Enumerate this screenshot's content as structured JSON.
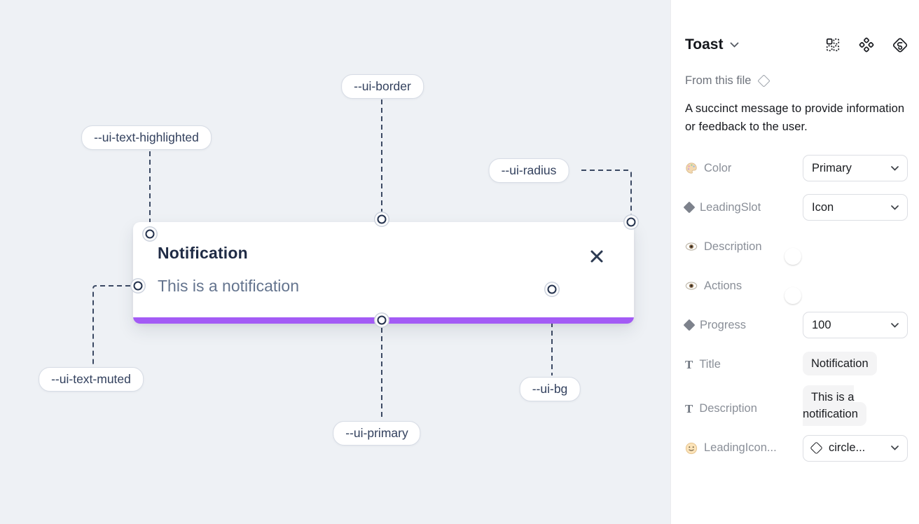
{
  "canvas": {
    "toast": {
      "title": "Notification",
      "description": "This is a notification"
    },
    "annotations": [
      {
        "label": "--ui-border"
      },
      {
        "label": "--ui-text-highlighted"
      },
      {
        "label": "--ui-radius"
      },
      {
        "label": "--ui-text-muted"
      },
      {
        "label": "--ui-primary"
      },
      {
        "label": "--ui-bg"
      }
    ]
  },
  "panel": {
    "title": "Toast",
    "source_label": "From this file",
    "description": "A succinct message to provide information or feedback to the user.",
    "properties": [
      {
        "icon": "palette-icon",
        "label": "Color",
        "control": "select",
        "value": "Primary"
      },
      {
        "icon": "diamond-icon",
        "label": "LeadingSlot",
        "control": "select",
        "value": "Icon"
      },
      {
        "icon": "eye-icon",
        "label": "Description",
        "control": "toggle",
        "value": "on"
      },
      {
        "icon": "eye-icon",
        "label": "Actions",
        "control": "toggle",
        "value": "on"
      },
      {
        "icon": "diamond-icon",
        "label": "Progress",
        "control": "select",
        "value": "100"
      },
      {
        "icon": "text-icon",
        "label": "Title",
        "control": "text",
        "value": "Notification"
      },
      {
        "icon": "text-icon",
        "label": "Description",
        "control": "text",
        "value": "This is a notification"
      },
      {
        "icon": "smiley-icon",
        "label": "LeadingIcon...",
        "control": "icon-select",
        "value": "circle..."
      }
    ]
  },
  "colors": {
    "accent_purple": "#a35bf5",
    "toggle_blue": "#38a3fb",
    "canvas_bg": "#eef1f5",
    "annotation_line": "#3b4963"
  }
}
